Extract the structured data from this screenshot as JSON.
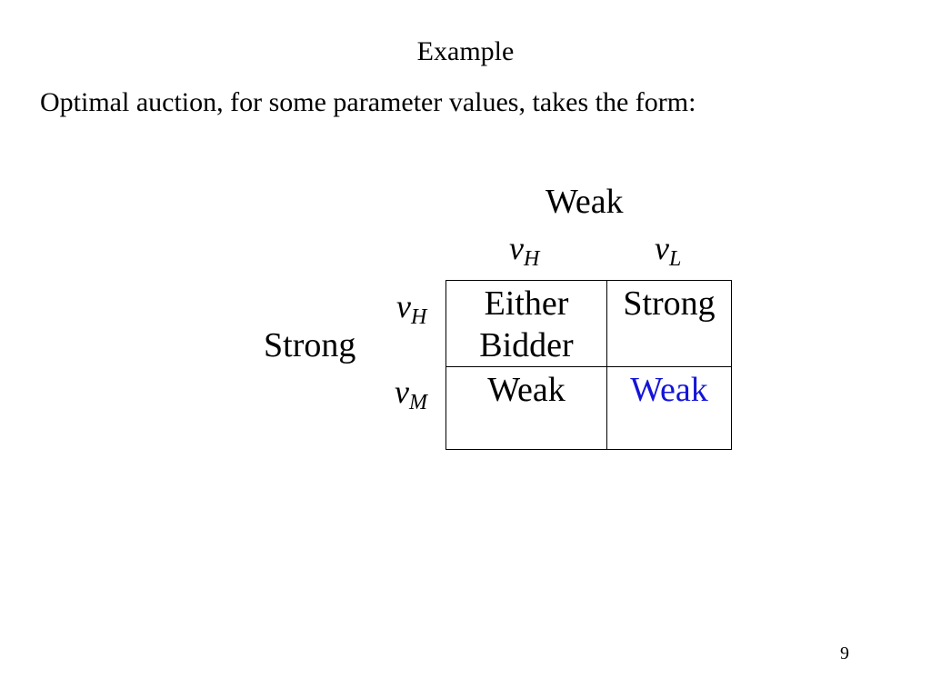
{
  "slide": {
    "title": "Example",
    "subtitle": "Optimal auction, for some parameter values, takes the form:",
    "page_number": "9"
  },
  "matrix": {
    "column_group_label": "Weak",
    "row_group_label": "Strong",
    "columns": [
      {
        "var": "v",
        "sub": "H"
      },
      {
        "var": "v",
        "sub": "L"
      }
    ],
    "rows": [
      {
        "var": "v",
        "sub": "H"
      },
      {
        "var": "v",
        "sub": "M"
      }
    ],
    "cells": [
      [
        "Either",
        "Bidder",
        "Strong"
      ],
      [
        "Weak",
        "Weak"
      ]
    ],
    "highlight_color": "#1414d8"
  }
}
